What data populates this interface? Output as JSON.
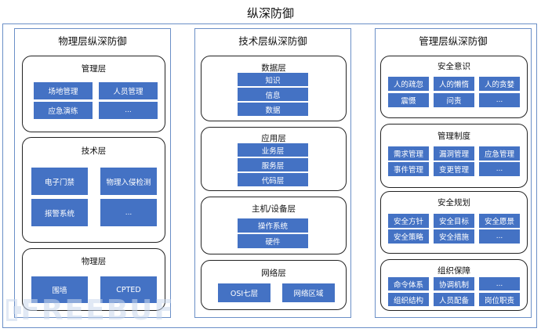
{
  "title": "纵深防御",
  "columns": [
    {
      "title": "物理层纵深防御",
      "groups": [
        {
          "title": "管理层",
          "items": [
            "场地管理",
            "人员管理",
            "应急演练",
            "..."
          ]
        },
        {
          "title": "技术层",
          "items": [
            "电子门禁",
            "物理入侵检测",
            "报警系统",
            "..."
          ]
        },
        {
          "title": "物理层",
          "items": [
            "围墙",
            "CPTED"
          ]
        }
      ]
    },
    {
      "title": "技术层纵深防御",
      "groups": [
        {
          "title": "数据层",
          "items": [
            "知识",
            "信息",
            "数据"
          ]
        },
        {
          "title": "应用层",
          "items": [
            "业务层",
            "服务层",
            "代码层"
          ]
        },
        {
          "title": "主机/设备层",
          "items": [
            "操作系统",
            "硬件"
          ]
        },
        {
          "title": "网络层",
          "items": [
            "OSI七层",
            "网络区域"
          ]
        }
      ]
    },
    {
      "title": "管理层纵深防御",
      "groups": [
        {
          "title": "安全意识",
          "items": [
            "人的疏忽",
            "人的懒惰",
            "人的贪婪",
            "震慑",
            "问责",
            "..."
          ]
        },
        {
          "title": "管理制度",
          "items": [
            "需求管理",
            "漏洞管理",
            "应急管理",
            "事件管理",
            "变更管理",
            "..."
          ]
        },
        {
          "title": "安全规划",
          "items": [
            "安全方针",
            "安全目标",
            "安全愿景",
            "安全策略",
            "安全措施",
            "..."
          ]
        },
        {
          "title": "组织保障",
          "items": [
            "命令体系",
            "协调机制",
            "...",
            "组织结构",
            "人员配备",
            "岗位职责"
          ]
        }
      ]
    }
  ],
  "watermark": "FREEBUF"
}
